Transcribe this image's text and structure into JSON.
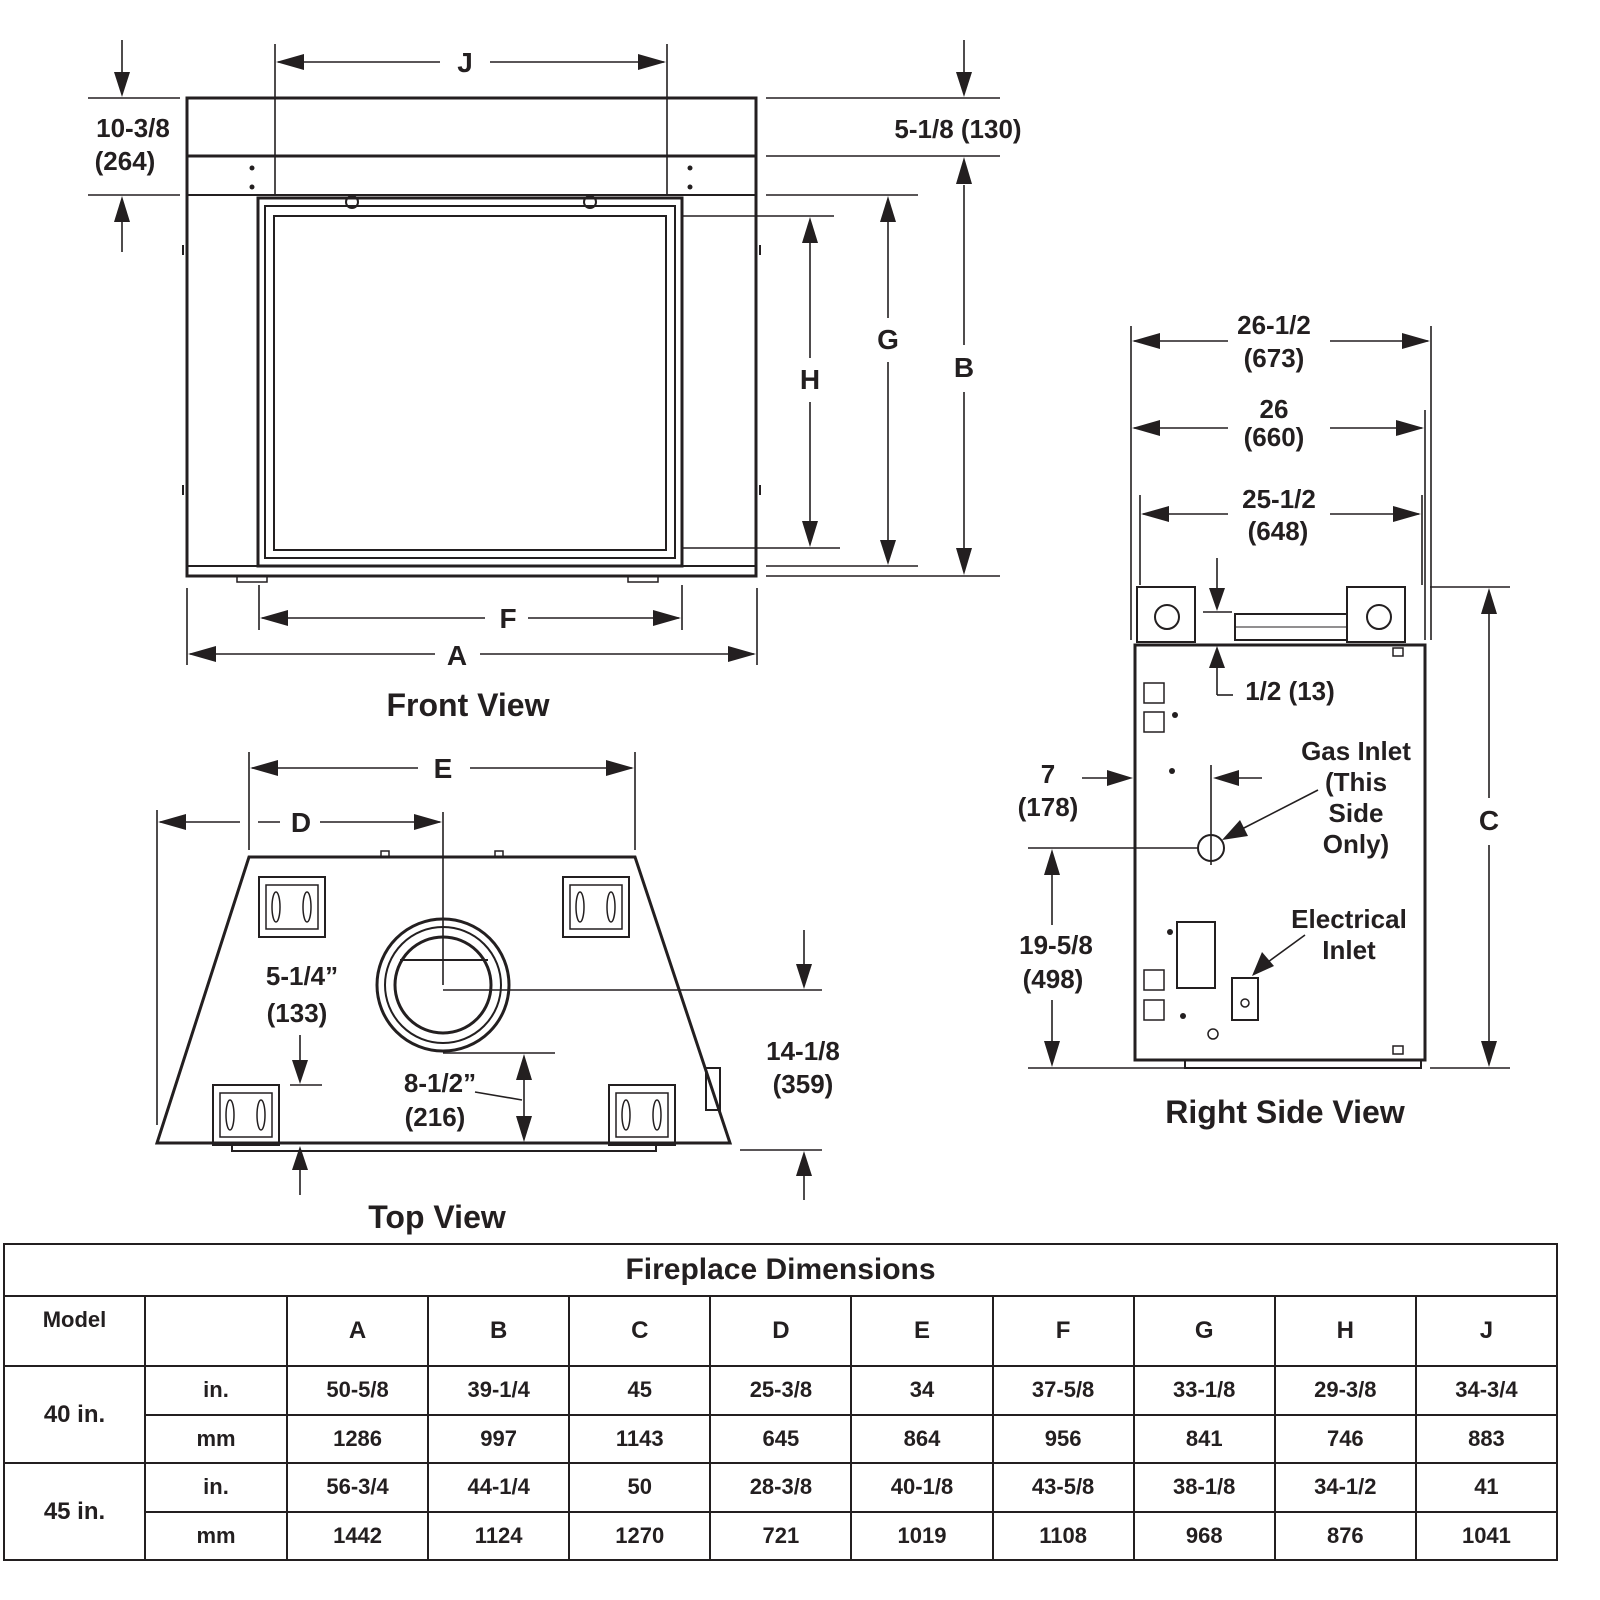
{
  "views": {
    "front": {
      "title": "Front View",
      "labels": {
        "J": "J",
        "A": "A",
        "F": "F",
        "G": "G",
        "H": "H",
        "B": "B"
      },
      "top_height": {
        "in": "10-3/8",
        "mm": "(264)"
      },
      "top_offset": {
        "text": "5-1/8 (130)"
      }
    },
    "top": {
      "title": "Top View",
      "labels": {
        "D": "D",
        "E": "E"
      },
      "flue_offset": {
        "in": "5-1/4”",
        "mm": "(133)"
      },
      "flue_diameter": {
        "in": "8-1/2”",
        "mm": "(216)"
      },
      "depth": {
        "in": "14-1/8",
        "mm": "(359)"
      }
    },
    "right": {
      "title": "Right Side View",
      "labels": {
        "C": "C"
      },
      "width_1": {
        "in": "26-1/2",
        "mm": "(673)"
      },
      "width_2": {
        "in": "26",
        "mm": "(660)"
      },
      "width_3": {
        "in": "25-1/2",
        "mm": "(648)"
      },
      "standoff": {
        "text": "1/2 (13)"
      },
      "gas_offset": {
        "in": "7",
        "mm": "(178)"
      },
      "gas_height": {
        "in": "19-5/8",
        "mm": "(498)"
      },
      "gas_inlet": {
        "line1": "Gas Inlet",
        "line2": "(This",
        "line3": "Side",
        "line4": "Only)"
      },
      "electrical_inlet": {
        "line1": "Electrical",
        "line2": "Inlet"
      }
    }
  },
  "table": {
    "title": "Fireplace Dimensions",
    "model_header": "Model",
    "columns": [
      "A",
      "B",
      "C",
      "D",
      "E",
      "F",
      "G",
      "H",
      "J"
    ],
    "rows": [
      {
        "model": "40 in.",
        "in_unit": "in.",
        "mm_unit": "mm",
        "in": [
          "50-5/8",
          "39-1/4",
          "45",
          "25-3/8",
          "34",
          "37-5/8",
          "33-1/8",
          "29-3/8",
          "34-3/4"
        ],
        "mm": [
          "1286",
          "997",
          "1143",
          "645",
          "864",
          "956",
          "841",
          "746",
          "883"
        ]
      },
      {
        "model": "45 in.",
        "in_unit": "in.",
        "mm_unit": "mm",
        "in": [
          "56-3/4",
          "44-1/4",
          "50",
          "28-3/8",
          "40-1/8",
          "43-5/8",
          "38-1/8",
          "34-1/2",
          "41"
        ],
        "mm": [
          "1442",
          "1124",
          "1270",
          "721",
          "1019",
          "1108",
          "968",
          "876",
          "1041"
        ]
      }
    ]
  }
}
